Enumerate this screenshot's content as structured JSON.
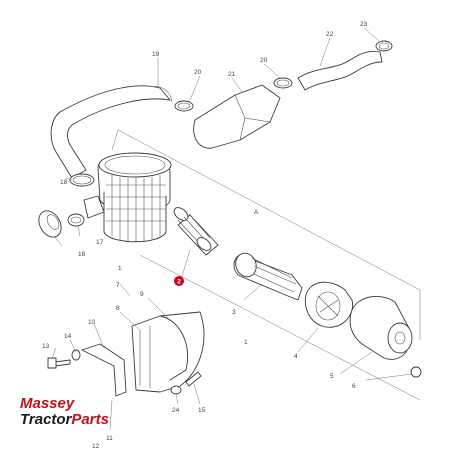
{
  "callouts": {
    "c1": "1",
    "c2": "2",
    "c3": "3",
    "c4": "4",
    "c5": "5",
    "c6": "6",
    "c7": "7",
    "c8": "8",
    "c9": "9",
    "c10": "10",
    "c11": "11",
    "c12": "12",
    "c13": "13",
    "c14": "14",
    "c15": "15",
    "c16": "16",
    "c17": "17",
    "c18": "18",
    "c19": "19",
    "c20a": "20",
    "c20b": "20",
    "c21": "21",
    "c22": "22",
    "c23": "23",
    "c24": "24",
    "cA": "A"
  },
  "highlight": {
    "color": "#d0021b",
    "part": "2"
  },
  "logo": {
    "line1": "Massey",
    "line2a": "Tractor",
    "line2b": "Parts"
  }
}
